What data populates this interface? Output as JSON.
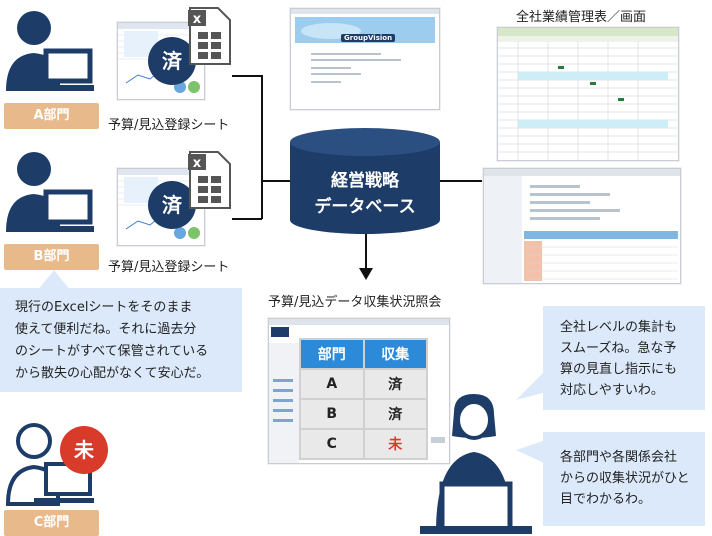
{
  "departments": [
    {
      "label": "A部門"
    },
    {
      "label": "B部門"
    },
    {
      "label": "C部門",
      "badge": "未"
    }
  ],
  "sheets": [
    {
      "caption": "予算/見込登録シート",
      "status": "済"
    },
    {
      "caption": "予算/見込登録シート",
      "status": "済"
    }
  ],
  "database": {
    "line1": "経営戦略",
    "line2": "データベース"
  },
  "report": {
    "title": "全社業績管理表／画面"
  },
  "collection": {
    "title": "予算/見込データ収集状況照会",
    "headers": [
      "部門",
      "収集"
    ],
    "rows": [
      {
        "dept": "A",
        "status": "済"
      },
      {
        "dept": "B",
        "status": "済"
      },
      {
        "dept": "C",
        "status": "未"
      }
    ]
  },
  "bubbles": {
    "left": {
      "lines": [
        "現行のExcelシートをそのまま",
        "使えて便利だね。それに過去分",
        "のシートがすべて保管されている",
        "から散失の心配がなくて安心だ。"
      ]
    },
    "right1": {
      "lines": [
        "全社レベルの集計も",
        "スムーズね。急な予",
        "算の見直し指示にも",
        "対応しやすいわ。"
      ]
    },
    "right2": {
      "lines": [
        "各部門や各関係会社",
        "からの収集状況がひと",
        "目でわかるわ。"
      ]
    }
  },
  "login_screen": {
    "logo": "GroupVision"
  },
  "colors": {
    "navy": "#1d3d68",
    "dept_label": "#e7b98b",
    "bubble": "#dbe9fb",
    "table_header": "#2d8ad9",
    "pending": "#d93b2b"
  }
}
